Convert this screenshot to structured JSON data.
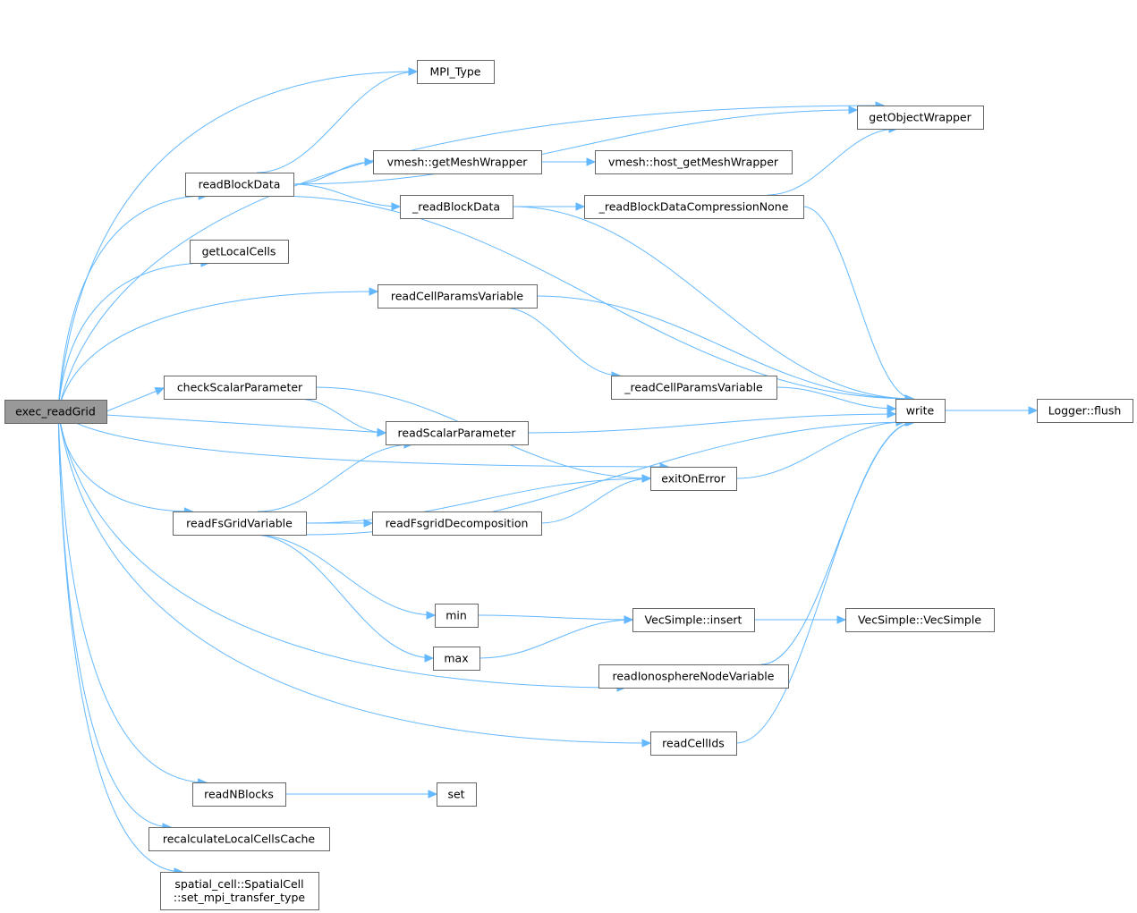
{
  "diagram": {
    "type": "call-graph",
    "edge_color": "#63b8ff",
    "root_fill": "#999999",
    "node_fill": "#ffffff",
    "node_border": "#666666",
    "nodes": [
      {
        "id": "exec_readGrid",
        "lines": [
          "exec_readGrid"
        ]
      },
      {
        "id": "MPI_Type",
        "lines": [
          "MPI_Type"
        ]
      },
      {
        "id": "getObjectWrapper",
        "lines": [
          "getObjectWrapper"
        ]
      },
      {
        "id": "readBlockData",
        "lines": [
          "readBlockData"
        ]
      },
      {
        "id": "vmesh_getMeshWrapper",
        "lines": [
          "vmesh::getMeshWrapper"
        ]
      },
      {
        "id": "vmesh_host_getMeshWrapper",
        "lines": [
          "vmesh::host_getMeshWrapper"
        ]
      },
      {
        "id": "_readBlockData",
        "lines": [
          "_readBlockData"
        ]
      },
      {
        "id": "_readBlockDataCompressionNone",
        "lines": [
          "_readBlockDataCompressionNone"
        ]
      },
      {
        "id": "getLocalCells",
        "lines": [
          "getLocalCells"
        ]
      },
      {
        "id": "readCellParamsVariable",
        "lines": [
          "readCellParamsVariable"
        ]
      },
      {
        "id": "_readCellParamsVariable",
        "lines": [
          "_readCellParamsVariable"
        ]
      },
      {
        "id": "checkScalarParameter",
        "lines": [
          "checkScalarParameter"
        ]
      },
      {
        "id": "write",
        "lines": [
          "write"
        ]
      },
      {
        "id": "Logger_flush",
        "lines": [
          "Logger::flush"
        ]
      },
      {
        "id": "readScalarParameter",
        "lines": [
          "readScalarParameter"
        ]
      },
      {
        "id": "exitOnError",
        "lines": [
          "exitOnError"
        ]
      },
      {
        "id": "readFsGridVariable",
        "lines": [
          "readFsGridVariable"
        ]
      },
      {
        "id": "readFsgridDecomposition",
        "lines": [
          "readFsgridDecomposition"
        ]
      },
      {
        "id": "min",
        "lines": [
          "min"
        ]
      },
      {
        "id": "VecSimple_insert",
        "lines": [
          "VecSimple::insert"
        ]
      },
      {
        "id": "VecSimple_VecSimple",
        "lines": [
          "VecSimple::VecSimple"
        ]
      },
      {
        "id": "max",
        "lines": [
          "max"
        ]
      },
      {
        "id": "readIonosphereNodeVariable",
        "lines": [
          "readIonosphereNodeVariable"
        ]
      },
      {
        "id": "readCellIds",
        "lines": [
          "readCellIds"
        ]
      },
      {
        "id": "readNBlocks",
        "lines": [
          "readNBlocks"
        ]
      },
      {
        "id": "set",
        "lines": [
          "set"
        ]
      },
      {
        "id": "recalculateLocalCellsCache",
        "lines": [
          "recalculateLocalCellsCache"
        ]
      },
      {
        "id": "spatial_cell_set_mpi_transfer_type",
        "lines": [
          "spatial_cell::SpatialCell",
          "::set_mpi_transfer_type"
        ]
      }
    ],
    "edges": [
      {
        "from": "exec_readGrid",
        "to": "getObjectWrapper"
      },
      {
        "from": "exec_readGrid",
        "to": "MPI_Type"
      },
      {
        "from": "exec_readGrid",
        "to": "readBlockData"
      },
      {
        "from": "exec_readGrid",
        "to": "getLocalCells"
      },
      {
        "from": "exec_readGrid",
        "to": "readCellParamsVariable"
      },
      {
        "from": "exec_readGrid",
        "to": "exitOnError"
      },
      {
        "from": "exec_readGrid",
        "to": "checkScalarParameter"
      },
      {
        "from": "exec_readGrid",
        "to": "readScalarParameter"
      },
      {
        "from": "exec_readGrid",
        "to": "readFsGridVariable"
      },
      {
        "from": "exec_readGrid",
        "to": "readIonosphereNodeVariable"
      },
      {
        "from": "exec_readGrid",
        "to": "readCellIds"
      },
      {
        "from": "exec_readGrid",
        "to": "readNBlocks"
      },
      {
        "from": "exec_readGrid",
        "to": "recalculateLocalCellsCache"
      },
      {
        "from": "exec_readGrid",
        "to": "spatial_cell_set_mpi_transfer_type"
      },
      {
        "from": "readBlockData",
        "to": "MPI_Type"
      },
      {
        "from": "readBlockData",
        "to": "getObjectWrapper"
      },
      {
        "from": "readBlockData",
        "to": "vmesh_getMeshWrapper"
      },
      {
        "from": "readBlockData",
        "to": "_readBlockData"
      },
      {
        "from": "readBlockData",
        "to": "write"
      },
      {
        "from": "vmesh_getMeshWrapper",
        "to": "vmesh_host_getMeshWrapper"
      },
      {
        "from": "_readBlockData",
        "to": "_readBlockDataCompressionNone"
      },
      {
        "from": "_readBlockData",
        "to": "write"
      },
      {
        "from": "_readBlockDataCompressionNone",
        "to": "getObjectWrapper"
      },
      {
        "from": "_readBlockDataCompressionNone",
        "to": "write"
      },
      {
        "from": "readCellParamsVariable",
        "to": "_readCellParamsVariable"
      },
      {
        "from": "readCellParamsVariable",
        "to": "write"
      },
      {
        "from": "_readCellParamsVariable",
        "to": "write"
      },
      {
        "from": "checkScalarParameter",
        "to": "readScalarParameter"
      },
      {
        "from": "checkScalarParameter",
        "to": "exitOnError"
      },
      {
        "from": "readScalarParameter",
        "to": "write"
      },
      {
        "from": "exitOnError",
        "to": "write"
      },
      {
        "from": "write",
        "to": "Logger_flush"
      },
      {
        "from": "readFsGridVariable",
        "to": "readScalarParameter"
      },
      {
        "from": "readFsGridVariable",
        "to": "exitOnError"
      },
      {
        "from": "readFsGridVariable",
        "to": "readFsgridDecomposition"
      },
      {
        "from": "readFsGridVariable",
        "to": "write"
      },
      {
        "from": "readFsGridVariable",
        "to": "min"
      },
      {
        "from": "readFsGridVariable",
        "to": "max"
      },
      {
        "from": "readFsgridDecomposition",
        "to": "exitOnError"
      },
      {
        "from": "min",
        "to": "VecSimple_insert"
      },
      {
        "from": "max",
        "to": "VecSimple_insert"
      },
      {
        "from": "VecSimple_insert",
        "to": "VecSimple_VecSimple"
      },
      {
        "from": "readIonosphereNodeVariable",
        "to": "write"
      },
      {
        "from": "readCellIds",
        "to": "write"
      },
      {
        "from": "readNBlocks",
        "to": "set"
      }
    ]
  }
}
